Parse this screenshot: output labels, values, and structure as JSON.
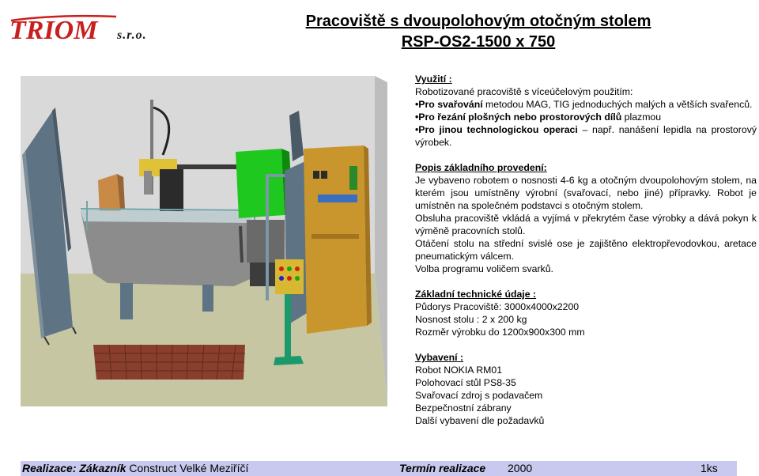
{
  "logo": {
    "brand": "TRIOM",
    "suffix": "s.r.o."
  },
  "title": {
    "line1": "Pracoviště s dvoupolohovým otočným stolem",
    "line2": "RSP-OS2-1500 x 750"
  },
  "usage": {
    "heading": "Využití :",
    "intro": "Robotizované pracoviště s víceúčelovým použitím:",
    "items": [
      {
        "bold": "•Pro svařování",
        "text": " metodou MAG, TIG  jednoduchých malých a větších svařenců."
      },
      {
        "bold": "•Pro řezání plošných nebo prostorových dílů",
        "text": " plazmou"
      },
      {
        "bold": "•Pro jinou technologickou  operaci",
        "text": " – např. nanášení lepidla na prostorový výrobek."
      }
    ]
  },
  "description": {
    "heading": "Popis základního provedení:",
    "paragraphs": [
      " Je vybaveno robotem o nosnosti 4-6 kg a otočným dvoupolohovým stolem, na kterém jsou umístněny výrobní (svařovací, nebo jiné) přípravky. Robot je umístněn na společném podstavci s otočným stolem.",
      "Obsluha pracoviště vkládá a vyjímá v překrytém čase výrobky a dává pokyn k výměně pracovních stolů.",
      "Otáčení stolu na střední svislé ose je zajištěno elektropřevodovkou, aretace pneumatickým válcem.",
      "Volba programu voličem svarků."
    ]
  },
  "tech": {
    "heading": "Základní technické údaje :",
    "lines": [
      "Půdorys Pracoviště: 3000x4000x2200",
      "Nosnost stolu : 2 x 200 kg",
      "Rozměr výrobku do 1200x900x300 mm"
    ]
  },
  "equipment": {
    "heading": "Vybavení :",
    "lines": [
      "Robot NOKIA RM01",
      "Polohovací stůl PS8-35",
      "Svařovací zdroj s podavačem",
      "Bezpečnostní zábrany",
      "Další vybavení dle požadavků"
    ]
  },
  "footer": {
    "realization_label": "Realizace: Zákazník",
    "customer": " Construct Velké Meziříčí",
    "term_label": "Termín realizace",
    "year": "2000",
    "quantity": "1ks"
  },
  "colors": {
    "brand_red": "#c8201e",
    "footer_band": "#c9c9ef",
    "scene_wall": "#d9d9d9",
    "scene_floor": "#c6c6a2",
    "cabinet_orange": "#c8962c",
    "welder_green": "#1fc81f"
  }
}
